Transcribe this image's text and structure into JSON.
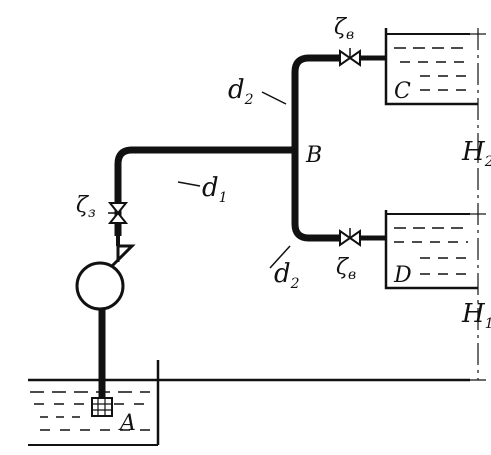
{
  "labels": {
    "d2_top": {
      "main": "d",
      "sub": "2"
    },
    "d1": {
      "main": "d",
      "sub": "1"
    },
    "d2_bottom": {
      "main": "d",
      "sub": "2"
    },
    "B": "B",
    "C": "C",
    "D": "D",
    "A": "A",
    "zeta3": {
      "main": "ζ",
      "sub": "з"
    },
    "zeta_v_top": {
      "main": "ζ",
      "sub": "в"
    },
    "zeta_v_bottom": {
      "main": "ζ",
      "sub": "в"
    },
    "H2": {
      "main": "H",
      "sub": "2"
    },
    "H1": {
      "main": "H",
      "sub": "1"
    }
  },
  "colors": {
    "ink": "#111111",
    "paper": "#ffffff"
  }
}
